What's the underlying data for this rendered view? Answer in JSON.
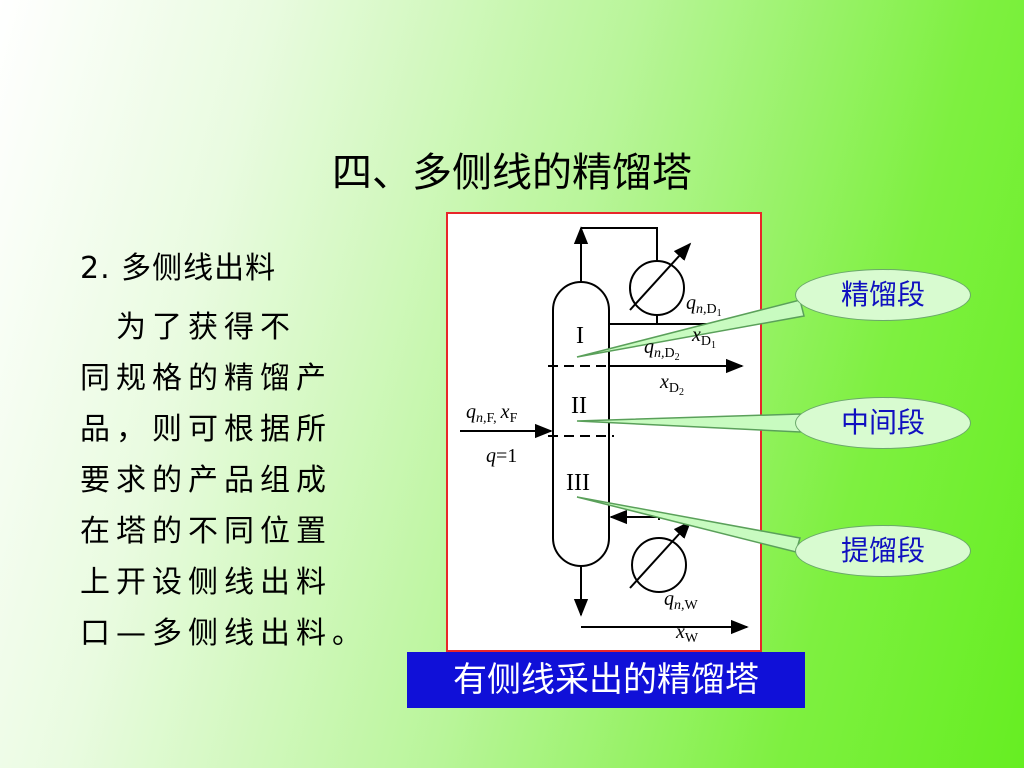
{
  "slide": {
    "title": "四、多侧线的精馏塔",
    "heading": "2. 多侧线出料",
    "body_lines": [
      "　为了获得不",
      "同规格的精馏产",
      "品，则可根据所",
      "要求的产品组成",
      "在塔的不同位置",
      "上开设侧线出料",
      "口—多侧线出料。"
    ],
    "caption": "有侧线采出的精馏塔"
  },
  "callouts": {
    "rectifying": "精馏段",
    "middle": "中间段",
    "stripping": "提馏段"
  },
  "diagram": {
    "section_1": "I",
    "section_2": "II",
    "section_3": "III",
    "qD1_q": "q",
    "qD1_n": "n,",
    "qD1_sub": "D",
    "qD1_subsub": "1",
    "xD1_x": "x",
    "xD1_sub": "D",
    "xD1_subsub": "1",
    "qD2_q": "q",
    "qD2_n": "n,",
    "qD2_sub": "D",
    "qD2_subsub": "2",
    "xD2_x": "x",
    "xD2_sub": "D",
    "xD2_subsub": "2",
    "qF_q": "q",
    "qF_n": "n,",
    "qF_sub": "F,",
    "xF_x": "x",
    "xF_sub": "F",
    "q_eq": "q",
    "q_val": "=1",
    "qW_q": "q",
    "qW_n": "n,",
    "qW_sub": "W",
    "xW_x": "x",
    "xW_sub": "W"
  },
  "colors": {
    "frame_border": "#e8262a",
    "caption_bg": "#1010d8",
    "callout_fill": "#d8fbd0",
    "callout_text": "#1010c0"
  }
}
